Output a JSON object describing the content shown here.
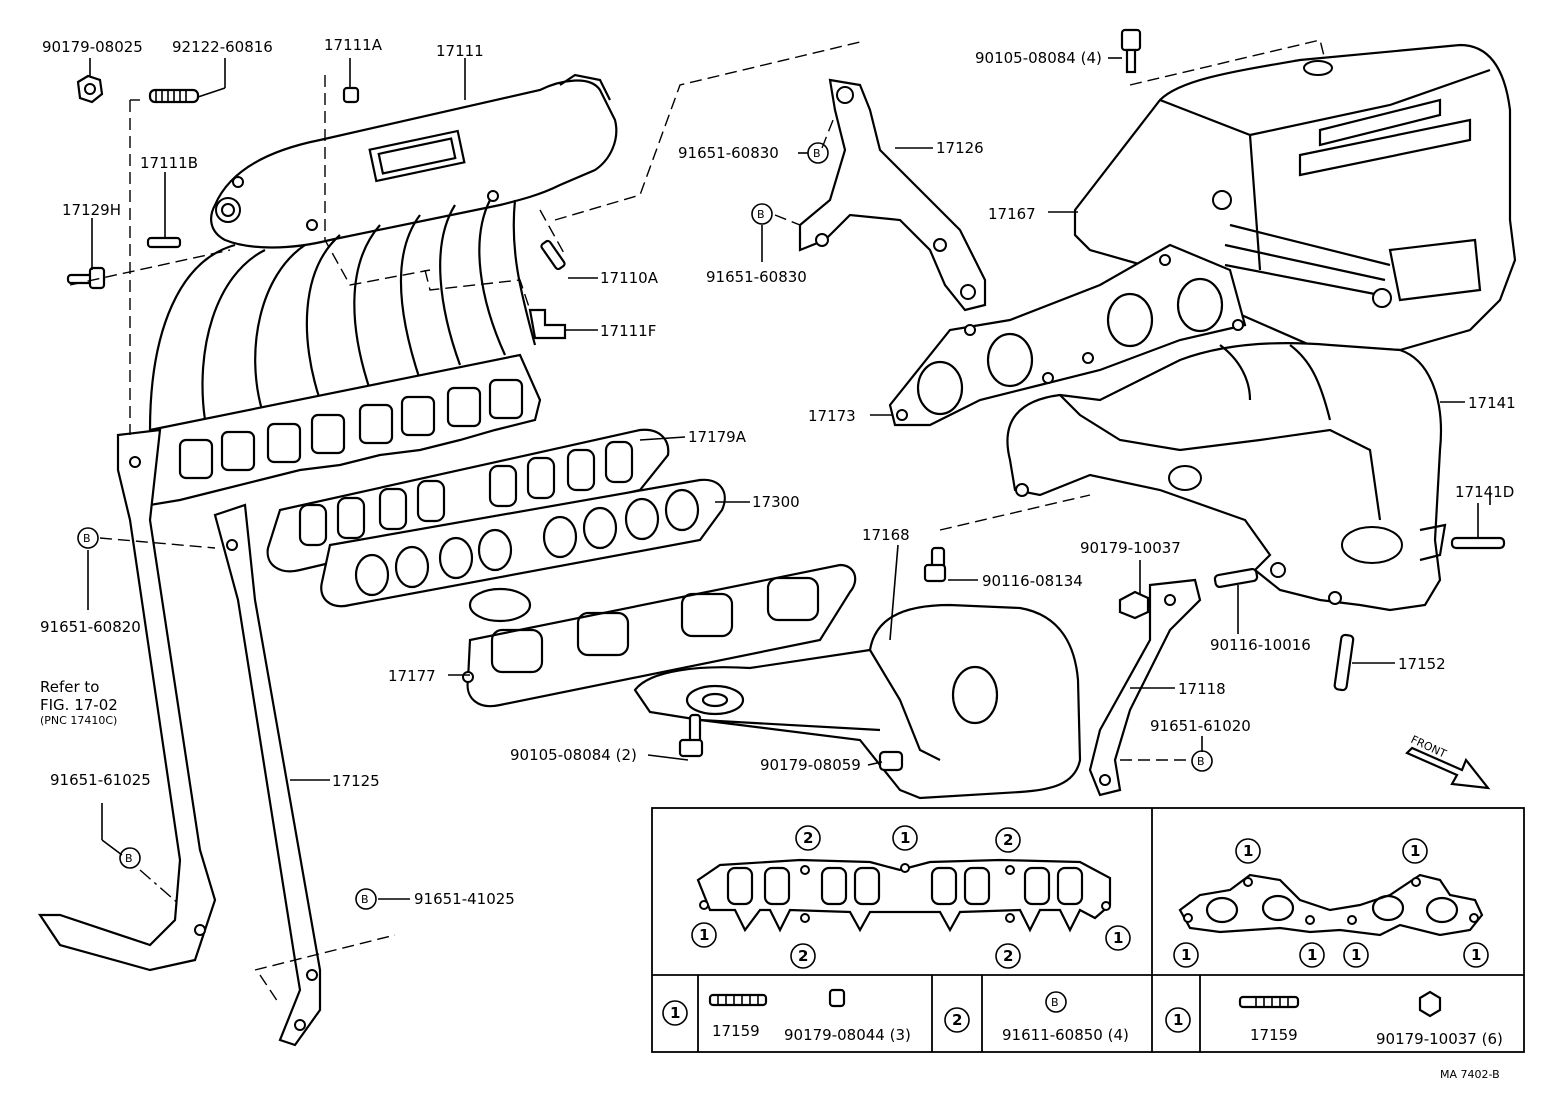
{
  "labels": {
    "p90179_08025": "90179-08025",
    "p92122_60816": "92122-60816",
    "p17111A": "17111A",
    "p17111": "17111",
    "p17111B": "17111B",
    "p17129H": "17129H",
    "p17110A": "17110A",
    "p17111F": "17111F",
    "p17179A": "17179A",
    "p17300": "17300",
    "p91651_60820": "91651-60820",
    "refer_line1": "Refer to",
    "refer_line2": "FIG. 17-02",
    "refer_line3": "(PNC 17410C)",
    "p91651_61025": "91651-61025",
    "p17125": "17125",
    "p91651_41025": "91651-41025",
    "p17177": "17177",
    "p90105_08084_2": "90105-08084 (2)",
    "p90179_08059": "90179-08059",
    "p17168": "17168",
    "p90116_08134": "90116-08134",
    "p90179_10037": "90179-10037",
    "p90116_10016": "90116-10016",
    "p17118": "17118",
    "p91651_61020": "91651-61020",
    "p17152": "17152",
    "p17141D": "17141D",
    "p17141": "17141",
    "p17173": "17173",
    "p91651_60830_a": "91651-60830",
    "p91651_60830_b": "91651-60830",
    "p17126": "17126",
    "p17167": "17167",
    "p90105_08084_4": "90105-08084 (4)",
    "front": "FRONT",
    "drawing_code": "MA 7402-B"
  },
  "markers": {
    "b": "B",
    "one": "1",
    "two": "2"
  },
  "legend": {
    "intake_group1_stud": "17159",
    "intake_group1_nut": "90179-08044 (3)",
    "intake_group2_bolt": "91611-60850 (4)",
    "exhaust_group1_stud": "17159",
    "exhaust_group1_nut": "90179-10037 (6)"
  }
}
